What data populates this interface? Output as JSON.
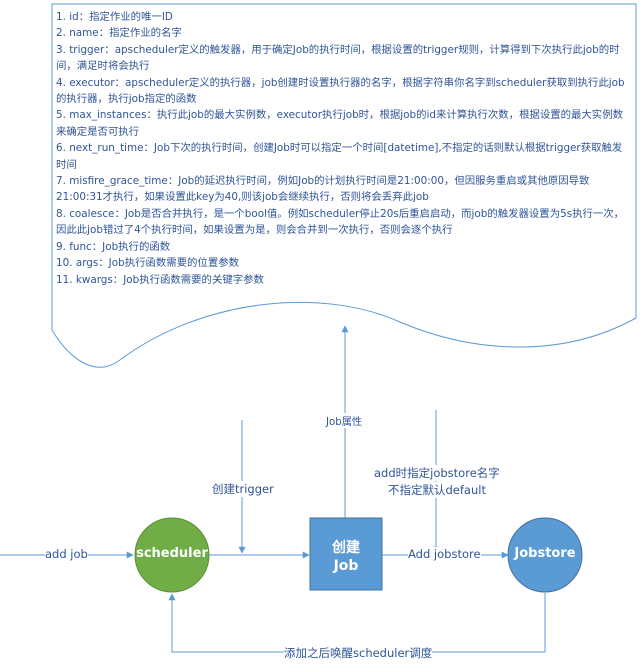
{
  "document": {
    "lines": [
      "1. id：指定作业的唯一ID",
      "2. name：指定作业的名字",
      "3. trigger：apscheduler定义的触发器，用于确定Job的执行时间，根据设置的trigger规则，计算得到下次执行此job的时",
      "间，满足时将会执行",
      "4. executor：apscheduler定义的执行器，job创建时设置执行器的名字，根据字符串你名字到scheduler获取到执行此job",
      "的执行器，执行job指定的函数",
      "5. max_instances：执行此job的最大实例数，executor执行job时，根据job的id来计算执行次数，根据设置的最大实例数",
      "来确定是否可执行",
      "6. next_run_time：Job下次的执行时间，创建Job时可以指定一个时间[datetime],不指定的话则默认根据trigger获取触发",
      "时间",
      "7. misfire_grace_time：Job的延迟执行时间，例如Job的计划执行时间是21:00:00，但因服务重启或其他原因导致",
      "21:00:31才执行，如果设置此key为40,则该job会继续执行，否则将会丢弃此job",
      "8. coalesce：Job是否合并执行，是一个bool值。例如scheduler停止20s后重启启动，而job的触发器设置为5s执行一次，",
      "因此此job错过了4个执行时间，如果设置为是，则会合并到一次执行，否则会逐个执行",
      "9. func：Job执行的函数",
      "10. args：Job执行函数需要的位置参数",
      "11. kwargs：Job执行函数需要的关键字参数"
    ]
  },
  "nodes": {
    "scheduler": "scheduler",
    "create_job_line1": "创建",
    "create_job_line2": "Job",
    "jobstore": "Jobstore"
  },
  "labels": {
    "add_job": "add job",
    "create_trigger": "创建trigger",
    "job_attr": "Job属性",
    "jobstore_note_line1": "add时指定jobstore名字",
    "jobstore_note_line2": "不指定默认default",
    "add_jobstore": "Add jobstore",
    "wake_scheduler": "添加之后唤醒scheduler调度"
  },
  "colors": {
    "scheduler": "#70ad47",
    "create_job": "#5b9bd5",
    "jobstore": "#5b9bd5",
    "line": "#5b9bd5",
    "text": "#2f5597"
  }
}
